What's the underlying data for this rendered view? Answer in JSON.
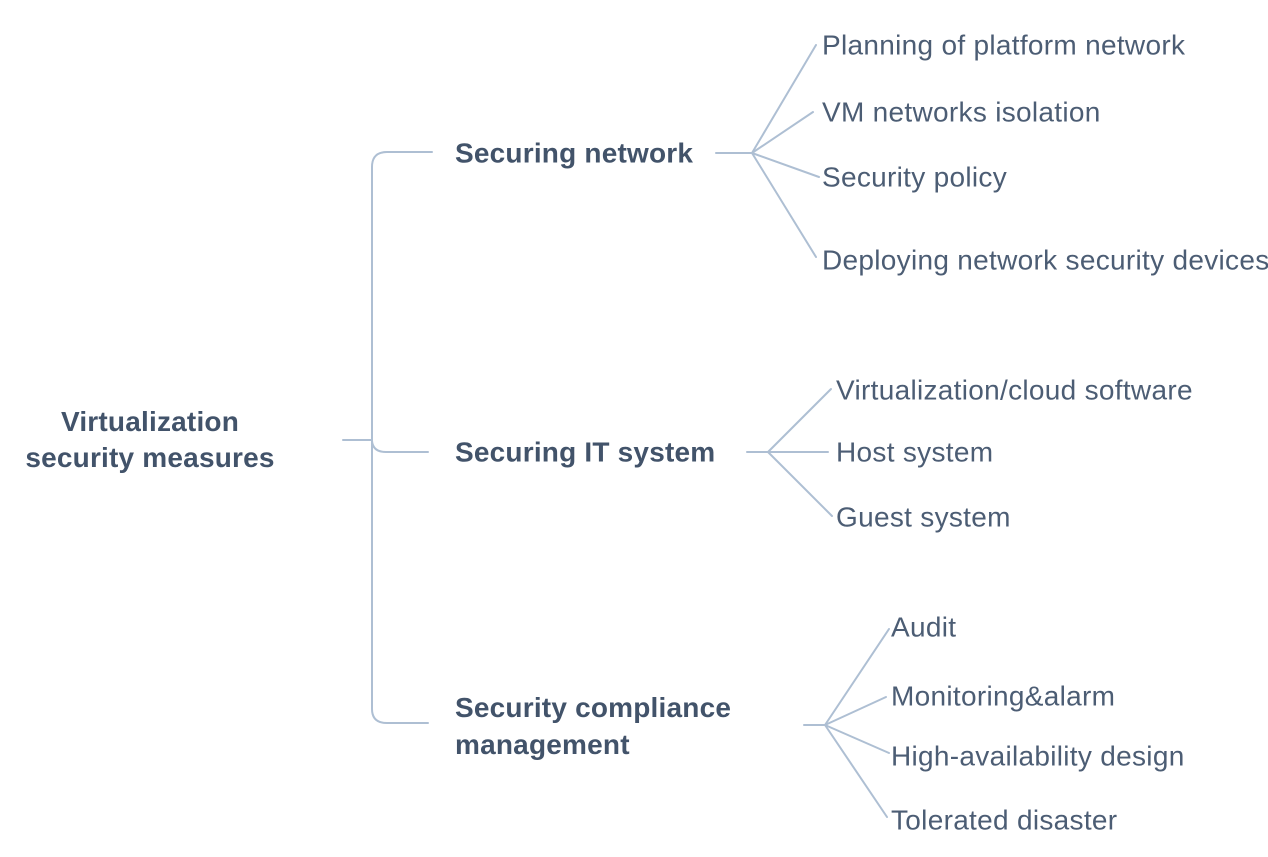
{
  "diagram": {
    "type": "mindmap",
    "root": {
      "label": "Virtualization\nsecurity measures"
    },
    "branches": [
      {
        "label": "Securing network",
        "children": [
          "Planning of platform network",
          "VM networks isolation",
          "Security policy",
          "Deploying network security devices"
        ]
      },
      {
        "label": "Securing IT system",
        "children": [
          "Virtualization/cloud software",
          "Host system",
          "Guest system"
        ]
      },
      {
        "label": "Security compliance management",
        "children": [
          "Audit",
          "Monitoring&alarm",
          "High-availability design",
          "Tolerated disaster"
        ]
      }
    ]
  },
  "colors": {
    "text_bold": "#42536a",
    "text_leaf": "#4c5d74",
    "connector": "#aebfd3",
    "background": "#ffffff"
  }
}
